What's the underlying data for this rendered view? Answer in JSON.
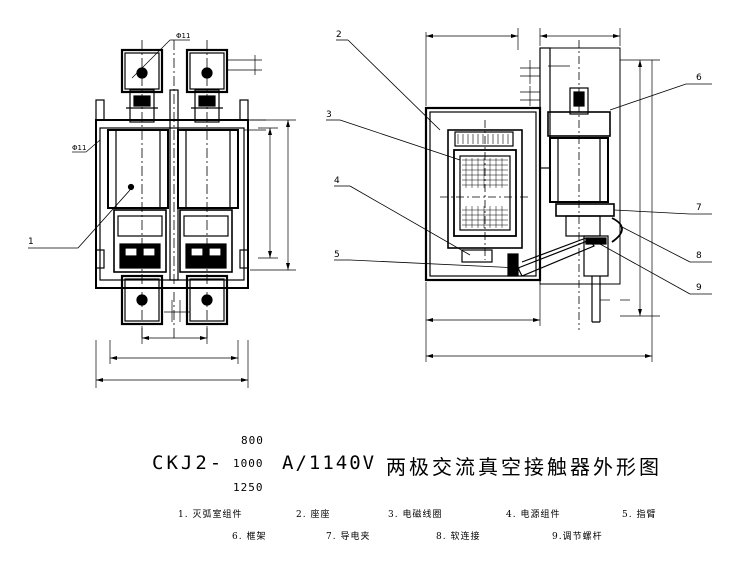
{
  "title": {
    "prefix": "CKJ2-",
    "currents": [
      "800",
      "1000",
      "1250"
    ],
    "suffix": "A/1140V",
    "name": "两极交流真空接触器外形图"
  },
  "callouts": [
    "1",
    "2",
    "3",
    "4",
    "5",
    "6",
    "7",
    "8",
    "9"
  ],
  "legend": [
    "1. 灭弧室组件",
    "2. 座座",
    "3. 电磁线圈",
    "4. 电源组件",
    "5. 指臂",
    "6. 框架",
    "7. 导电夹",
    "8. 软连接",
    "9.调节螺杆"
  ],
  "dimensions": {
    "hole_top": "Φ11",
    "hole_side": "Φ11"
  }
}
